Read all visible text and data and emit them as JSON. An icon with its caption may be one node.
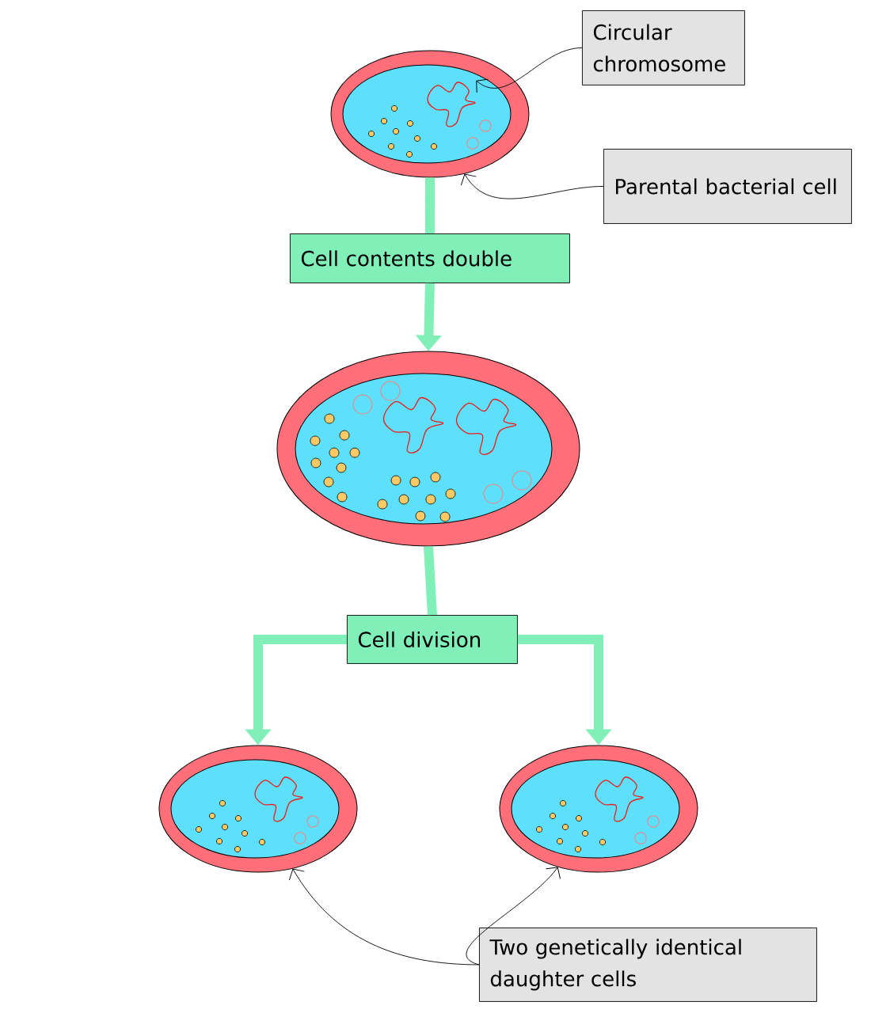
{
  "diagram": {
    "nodes": [
      {
        "text": [],
        "shape": "picture"
      },
      {
        "text": [
          "Circular chromosome"
        ]
      },
      {
        "text": [],
        "shape": "picture",
        "in": 0
      },
      {
        "text": [
          "Parental bacterial cell"
        ]
      },
      {
        "text": [
          "Cell contents double"
        ]
      },
      {
        "text": [],
        "shape": "picture"
      },
      {
        "text": [
          "Cell division"
        ]
      },
      {
        "text": [],
        "shape": "picture"
      },
      {
        "text": [],
        "shape": "picture"
      },
      {
        "text": [
          "Two genetically identical daughter cells"
        ]
      }
    ],
    "edges": [
      {
        "from": 1,
        "to": 2,
        "arrow": "to",
        "color": "#000000"
      },
      {
        "from": 3,
        "to": 0,
        "arrow": "to",
        "color": "#000000"
      },
      {
        "from": 0,
        "to": 4,
        "arrow": "none"
      },
      {
        "from": 4,
        "to": 5,
        "arrow": "to"
      },
      {
        "from": 5,
        "to": 6,
        "arrow": "none"
      },
      {
        "from": 6,
        "to": 7,
        "arrow": "to"
      },
      {
        "from": 6,
        "to": 8,
        "arrow": "to"
      },
      {
        "from": 9,
        "to": 7,
        "arrow": "to",
        "color": "#000000"
      },
      {
        "from": 9,
        "to": 8,
        "arrow": "to",
        "color": "#000000"
      }
    ]
  }
}
